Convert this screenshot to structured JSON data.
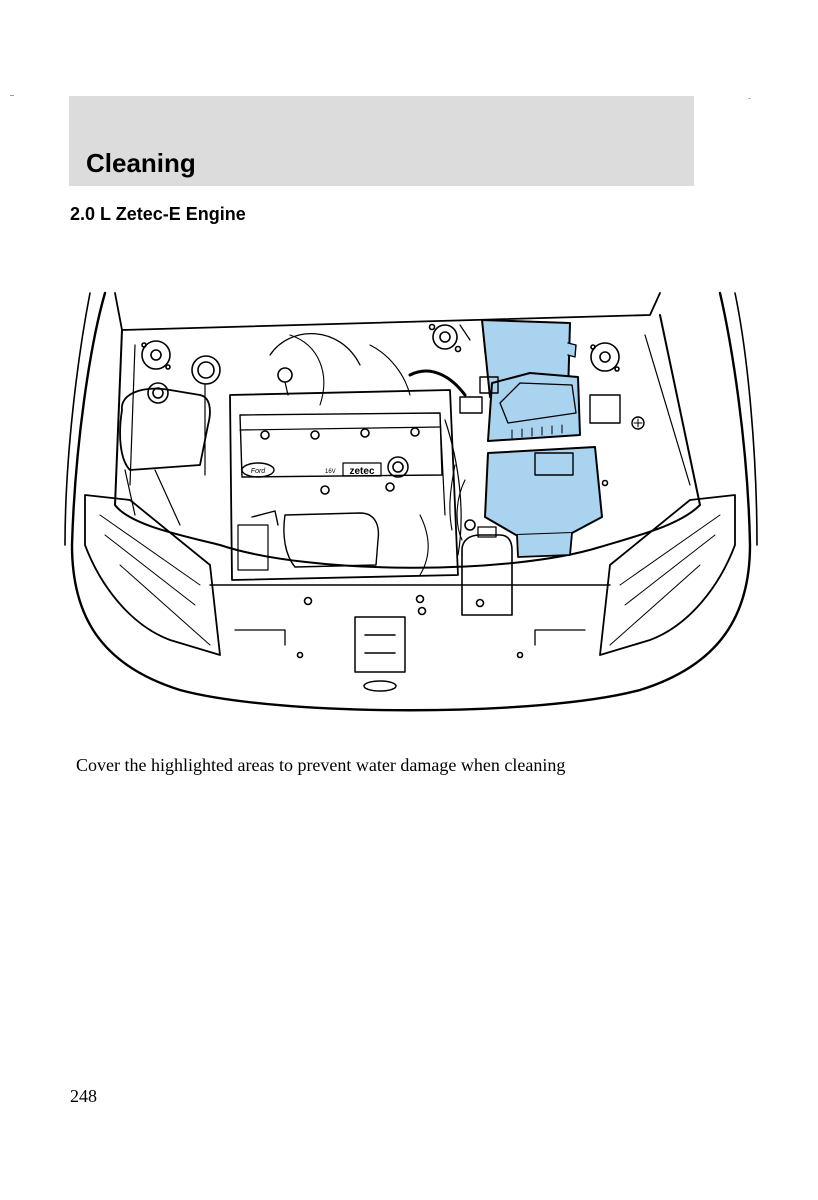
{
  "header": {
    "title": "Cleaning"
  },
  "section": {
    "heading": "2.0 L Zetec-E Engine"
  },
  "figure": {
    "badge_text": "Ford",
    "engine_text": "zetec",
    "engine_prefix": "16V",
    "highlight_color": "#a9d3ef"
  },
  "caption": "Cover the highlighted areas to prevent water damage when cleaning",
  "footer": {
    "page_number": "248"
  }
}
